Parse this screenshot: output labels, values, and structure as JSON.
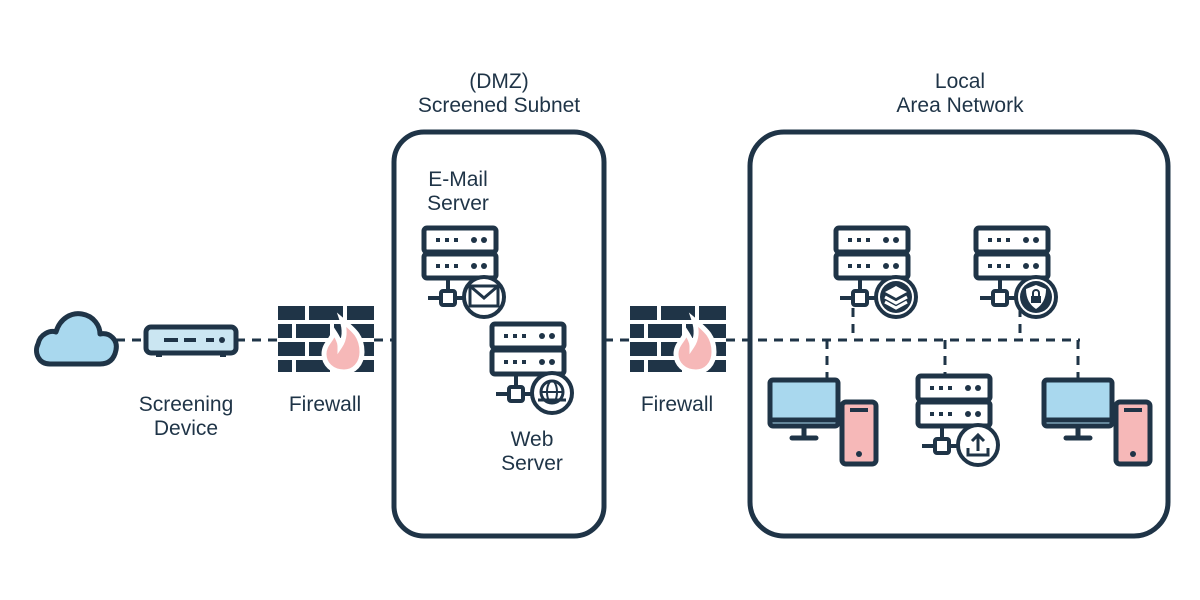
{
  "labels": {
    "dmz": "(DMZ)\nScreened Subnet",
    "lan": "Local\nArea Network",
    "email_server": "E-Mail\nServer",
    "web_server": "Web\nServer",
    "screening_device": "Screening\nDevice",
    "firewall_1": "Firewall",
    "firewall_2": "Firewall"
  },
  "colors": {
    "stroke": "#1f3447",
    "cloud_fill": "#a9d8ee",
    "device_fill": "#cbe6f2",
    "flame_fill": "#f6b8b8",
    "monitor_fill": "#a9d8ee",
    "tower_fill": "#f6b8b8",
    "background": "#ffffff"
  },
  "icons": [
    "cloud-icon",
    "screening-device-icon",
    "firewall-icon",
    "flame-icon",
    "server-icon",
    "mail-icon",
    "globe-icon",
    "layers-icon",
    "shield-lock-icon",
    "upload-icon",
    "monitor-icon",
    "tower-icon"
  ]
}
